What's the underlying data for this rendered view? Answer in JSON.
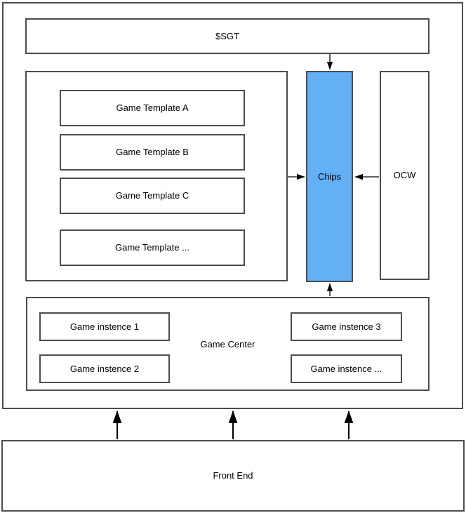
{
  "diagram": {
    "title_box": {
      "label": "$SGT"
    },
    "backend_container": {
      "name": "backend-container"
    },
    "templates": {
      "items": [
        {
          "label": "Game Template A"
        },
        {
          "label": "Game Template B"
        },
        {
          "label": "Game Template C"
        },
        {
          "label": "Game Template ..."
        }
      ]
    },
    "chips": {
      "label": "Chips",
      "fill": "#63b0f7"
    },
    "ocw": {
      "label": "OCW"
    },
    "game_center": {
      "label": "Game Center",
      "instances": [
        {
          "label": "Game instence 1"
        },
        {
          "label": "Game instence 2"
        },
        {
          "label": "Game instence 3"
        },
        {
          "label": "Game instence ..."
        }
      ]
    },
    "front_end": {
      "label": "Front End"
    },
    "colors": {
      "stroke": "#4d4d4d",
      "arrow": "#000000",
      "chips_fill": "#63b0f7",
      "background": "#ffffff"
    }
  }
}
